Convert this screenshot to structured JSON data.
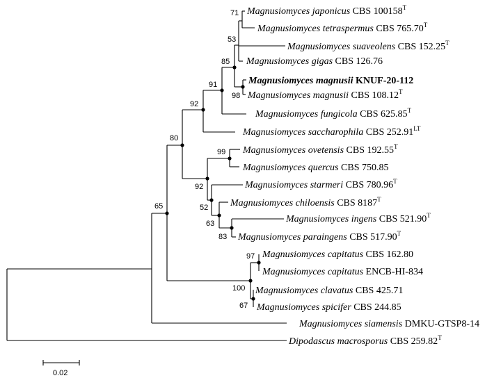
{
  "taxa": [
    {
      "genus": "Magnusiomyces",
      "species": "japonicus",
      "strain": "CBS 100158",
      "sup": "T",
      "bold": false
    },
    {
      "genus": "Magnusiomyces",
      "species": "tetraspermus",
      "strain": "CBS 765.70",
      "sup": "T",
      "bold": false
    },
    {
      "genus": "Magnusiomyces",
      "species": "suaveolens",
      "strain": "CBS 152.25",
      "sup": "T",
      "bold": false
    },
    {
      "genus": "Magnusiomyces",
      "species": "gigas",
      "strain": "CBS 126.76",
      "sup": "",
      "bold": false
    },
    {
      "genus": "Magnusiomyces",
      "species": "magnusii",
      "strain": "KNUF-20-112",
      "sup": "",
      "bold": true
    },
    {
      "genus": "Magnusiomyces",
      "species": "magnusii",
      "strain": "CBS 108.12",
      "sup": "T",
      "bold": false
    },
    {
      "genus": "Magnusiomyces",
      "species": "fungicola",
      "strain": "CBS 625.85",
      "sup": "T",
      "bold": false
    },
    {
      "genus": "Magnusiomyces",
      "species": "saccharophila",
      "strain": "CBS 252.91",
      "sup": "LT",
      "bold": false
    },
    {
      "genus": "Magnusiomyces",
      "species": "ovetensis",
      "strain": "CBS 192.55",
      "sup": "T",
      "bold": false
    },
    {
      "genus": "Magnusiomyces",
      "species": "quercus",
      "strain": "CBS 750.85",
      "sup": "",
      "bold": false
    },
    {
      "genus": "Magnusiomyces",
      "species": "starmeri",
      "strain": "CBS 780.96",
      "sup": "T",
      "bold": false
    },
    {
      "genus": "Magnusiomyces",
      "species": "chiloensis",
      "strain": "CBS 8187",
      "sup": "T",
      "bold": false
    },
    {
      "genus": "Magnusiomyces",
      "species": "ingens",
      "strain": "CBS 521.90",
      "sup": "T",
      "bold": false
    },
    {
      "genus": "Magnusiomyces",
      "species": "paraingens",
      "strain": "CBS 517.90",
      "sup": "T",
      "bold": false
    },
    {
      "genus": "Magnusiomyces",
      "species": "capitatus",
      "strain": "CBS 162.80",
      "sup": "",
      "bold": false
    },
    {
      "genus": "Magnusiomyces",
      "species": "capitatus",
      "strain": "ENCB-HI-834",
      "sup": "",
      "bold": false
    },
    {
      "genus": "Magnusiomyces",
      "species": "clavatus",
      "strain": "CBS 425.71",
      "sup": "",
      "bold": false
    },
    {
      "genus": "Magnusiomyces",
      "species": "spicifer",
      "strain": "CBS 244.85",
      "sup": "",
      "bold": false
    },
    {
      "genus": "Magnusiomyces",
      "species": "siamensis",
      "strain": "DMKU-GTSP8-14",
      "sup": "",
      "bold": false
    },
    {
      "genus": "Dipodascus",
      "species": "macrosporus",
      "strain": "CBS 259.82",
      "sup": "T",
      "bold": false
    }
  ],
  "bootstrap": [
    "71",
    "53",
    "85",
    "91",
    "98",
    "92",
    "80",
    "65",
    "99",
    "92",
    "52",
    "63",
    "83",
    "97",
    "100",
    "67"
  ],
  "scale_bar_label": "0.02"
}
